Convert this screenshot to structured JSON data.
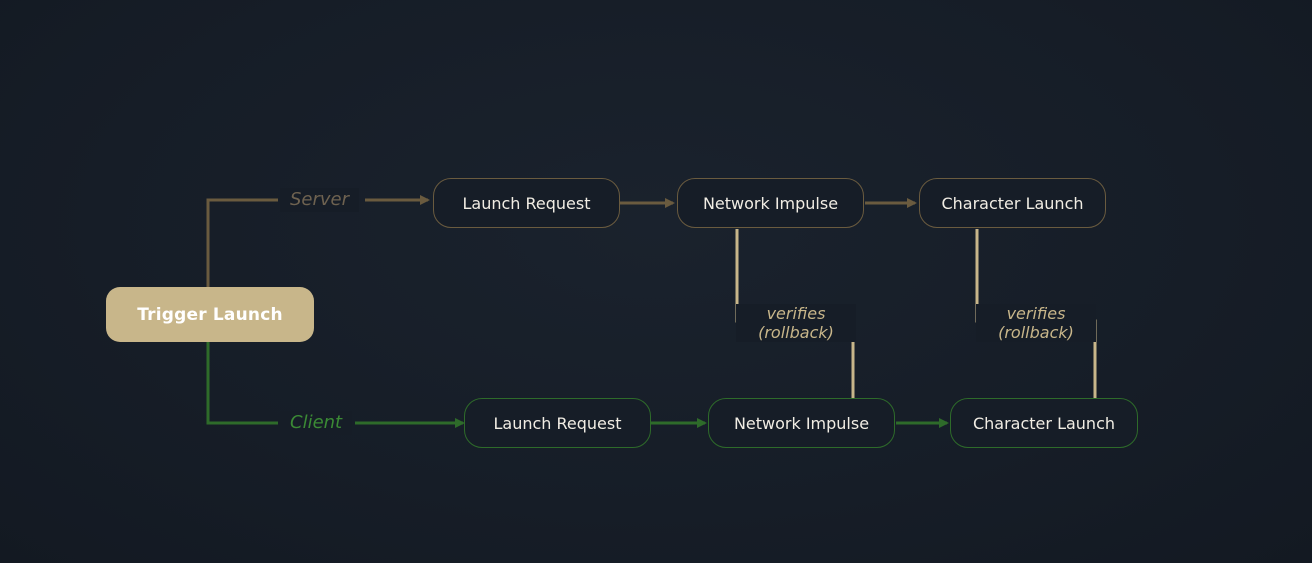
{
  "diagram": {
    "trigger": {
      "label": "Trigger Launch"
    },
    "lanes": {
      "server": {
        "label": "Server"
      },
      "client": {
        "label": "Client"
      }
    },
    "server_steps": [
      {
        "label": "Launch Request"
      },
      {
        "label": "Network Impulse"
      },
      {
        "label": "Character Launch"
      }
    ],
    "client_steps": [
      {
        "label": "Launch Request"
      },
      {
        "label": "Network Impulse"
      },
      {
        "label": "Character Launch"
      }
    ],
    "verify_links": [
      {
        "line1": "verifies",
        "line2": "(rollback)"
      },
      {
        "line1": "verifies",
        "line2": "(rollback)"
      }
    ]
  },
  "colors": {
    "background": "#161d27",
    "server": "#6a5b3f",
    "client": "#2e6b2a",
    "verify": "#c8b68a",
    "trigger": "#c8b68a"
  }
}
